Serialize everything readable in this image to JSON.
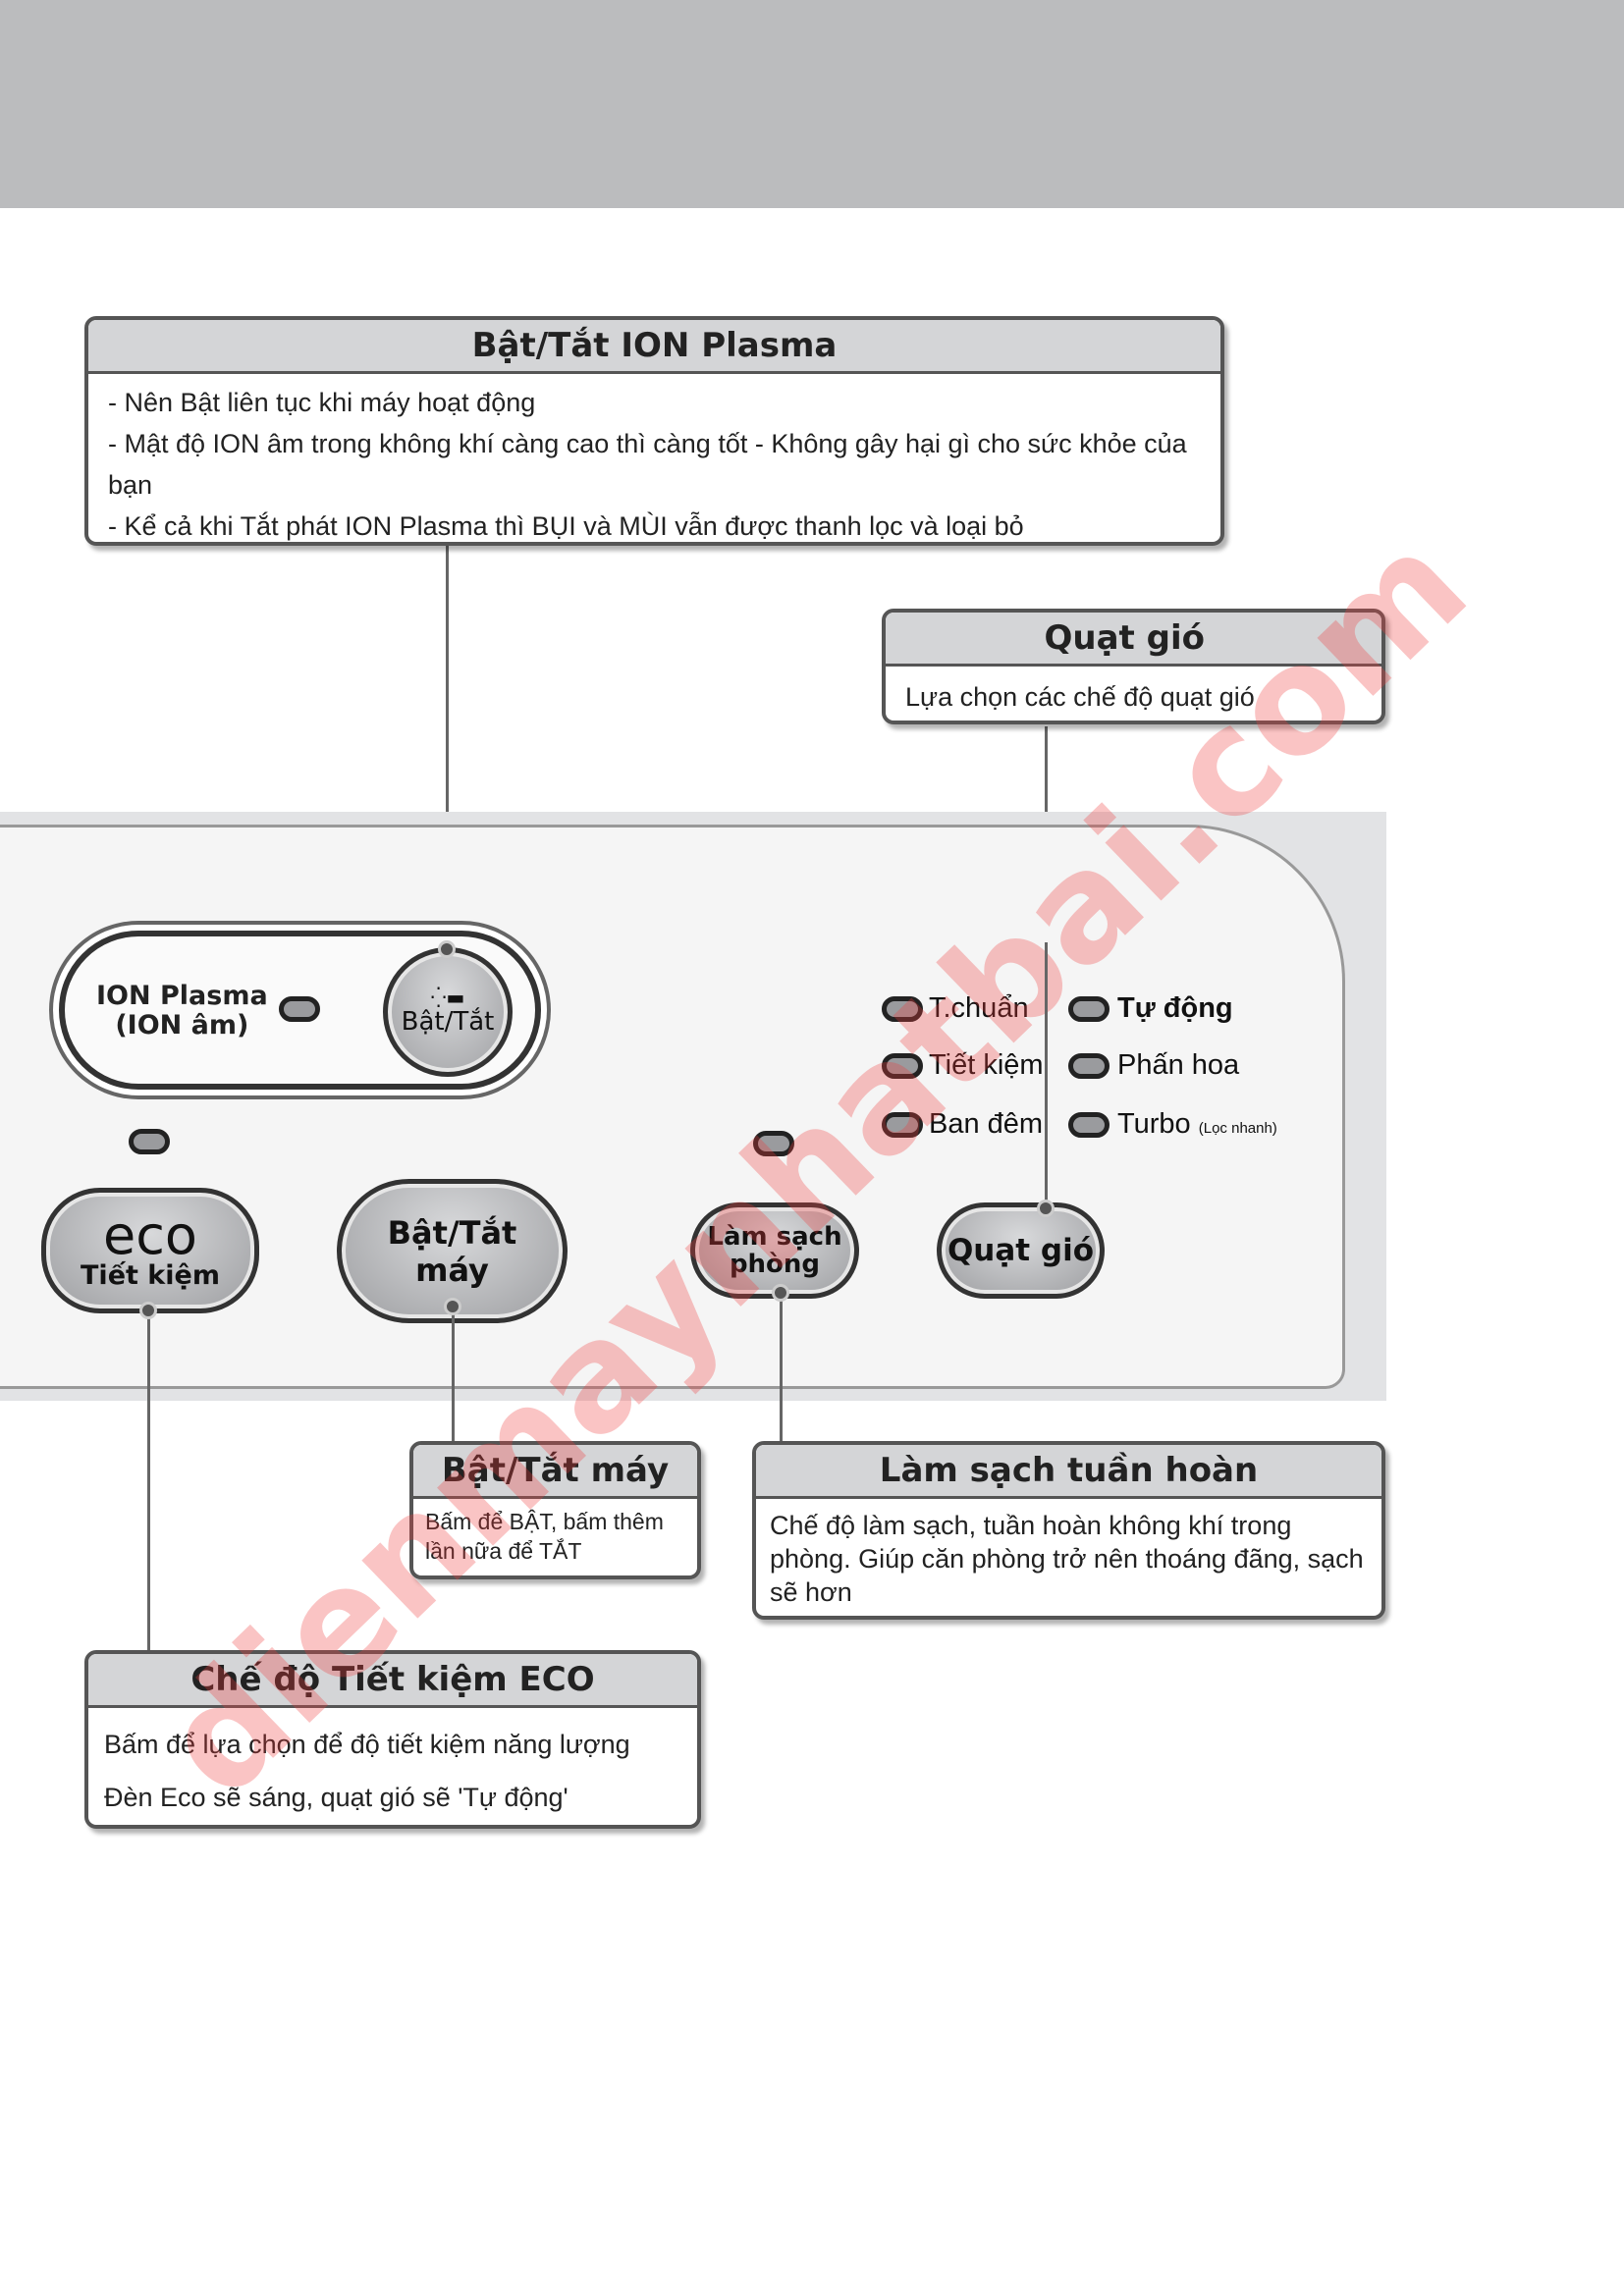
{
  "ion_box": {
    "title": "Bật/Tắt ION Plasma",
    "lines": [
      "- Nên Bật liên tục khi máy hoạt động",
      "- Mật độ ION âm trong không khí càng cao thì càng tốt - Không gây hại gì cho sức khỏe của bạn",
      "- Kể cả khi Tắt phát ION Plasma thì BỤI và MÙI vẫn được thanh lọc và loại bỏ"
    ]
  },
  "fan_box": {
    "title": "Quạt gió",
    "text": "Lựa chọn các chế độ quạt gió"
  },
  "panel": {
    "ion_label_1": "ION Plasma",
    "ion_label_2": "(ION âm)",
    "ion_button": "Bật/Tắt",
    "eco_logo": "eco",
    "eco_label": "Tiết kiệm",
    "power_1": "Bật/Tắt",
    "power_2": "máy",
    "clean_1": "Làm sạch",
    "clean_2": "phòng",
    "fan_button": "Quạt gió",
    "modes_left": [
      "T.chuẩn",
      "Tiết kiệm",
      "Ban đêm"
    ],
    "modes_right": [
      "Tự động",
      "Phấn hoa",
      "Turbo"
    ],
    "turbo_note": "(Lọc nhanh)"
  },
  "power_box": {
    "title": "Bật/Tắt máy",
    "lines": [
      "Bấm để BẬT, bấm thêm",
      "lần nữa để TẮT"
    ]
  },
  "clean_box": {
    "title": "Làm sạch tuần hoàn",
    "lines": [
      "Chế độ làm sạch, tuần hoàn không khí trong",
      "phòng. Giúp căn phòng trở nên thoáng đãng, sạch",
      "sẽ hơn"
    ]
  },
  "eco_box": {
    "title": "Chế độ Tiết kiệm ECO",
    "lines": [
      "Bấm để lựa chọn để độ tiết kiệm năng lượng",
      "Đèn Eco sẽ sáng, quạt gió sẽ 'Tự động'"
    ]
  },
  "watermark": "dienmaynhatbai.com"
}
